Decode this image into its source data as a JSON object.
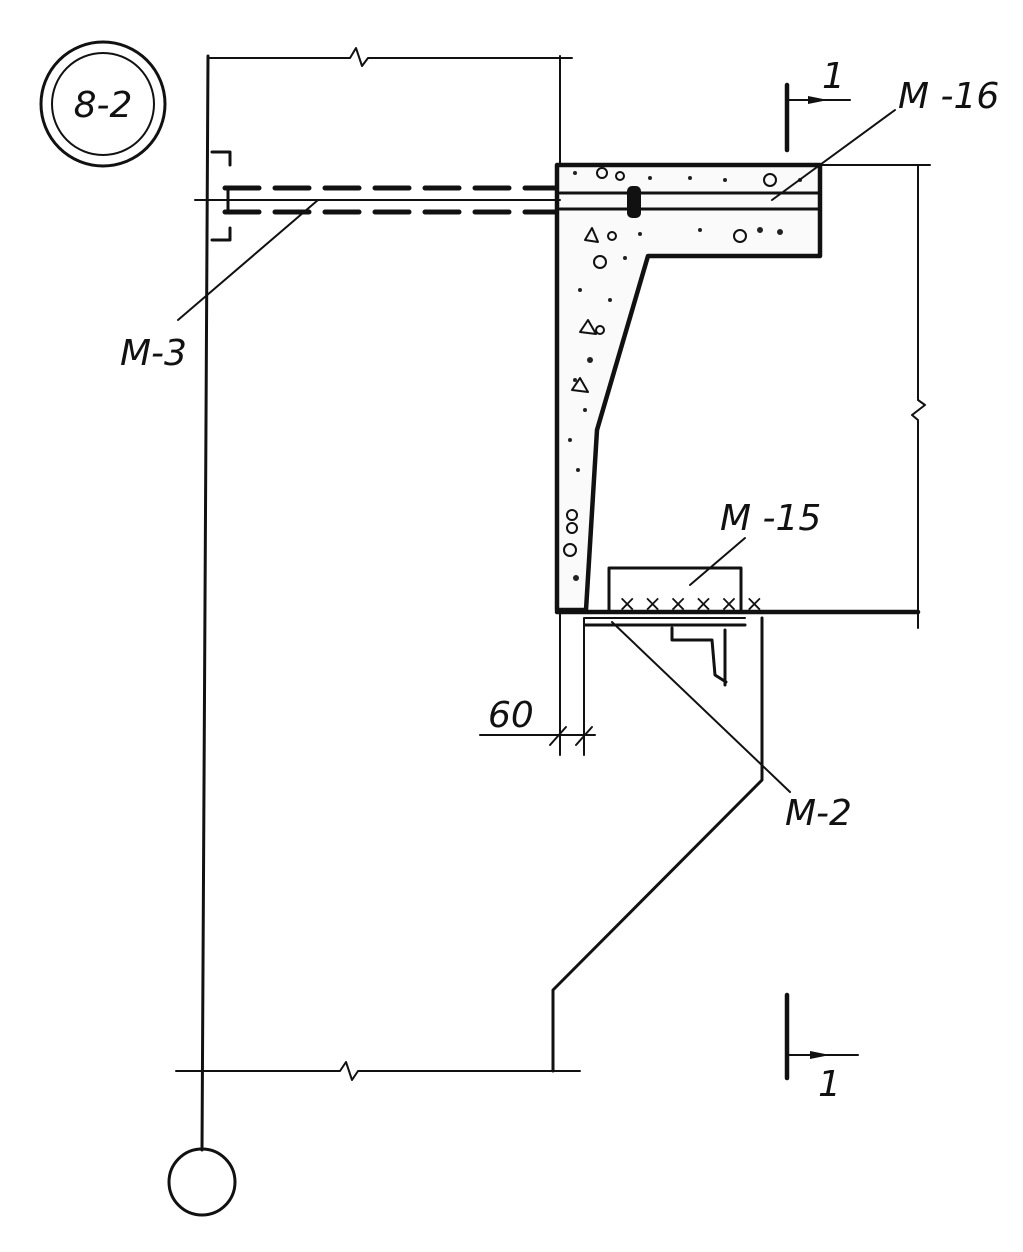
{
  "drawing": {
    "node_mark": "8-2",
    "labels": {
      "m16": "M -16",
      "m3": "M-3",
      "m15": "M -15",
      "m2": "M-2",
      "dim_60": "60"
    },
    "section_marks": {
      "top": "1",
      "bottom": "1"
    }
  }
}
